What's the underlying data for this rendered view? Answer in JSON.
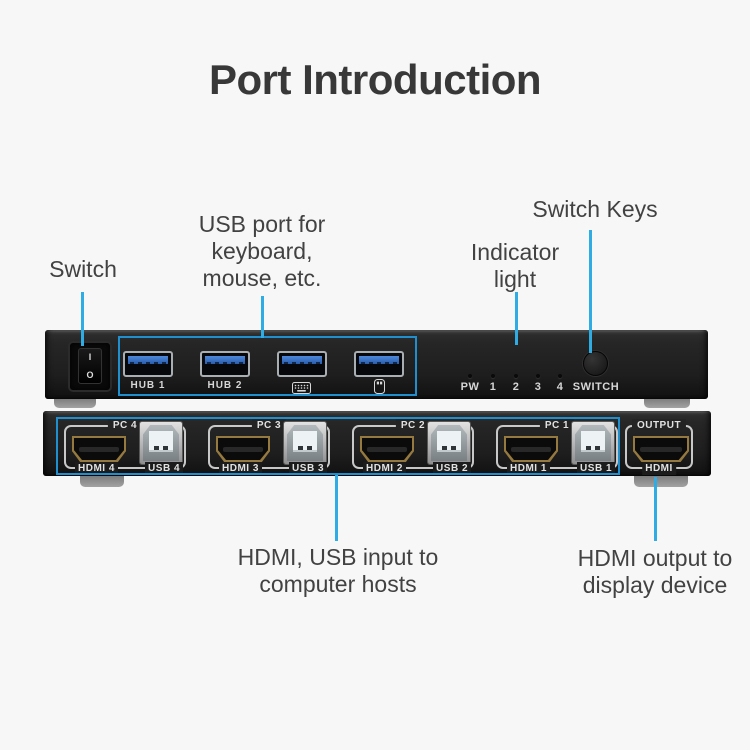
{
  "title": "Port Introduction",
  "colors": {
    "bg": "#F7F7F7",
    "accent_line": "#2FACE3",
    "accent_box": "#1F8FD0",
    "device_text": "#D6D6D6",
    "label_text": "#424242"
  },
  "callouts": {
    "switch": "Switch",
    "usb_ports": [
      "USB port for",
      "keyboard,",
      "mouse, etc."
    ],
    "indicator": [
      "Indicator",
      "light"
    ],
    "switch_keys": "Switch Keys",
    "hdmi_usb_input": [
      "HDMI, USB input to",
      "computer hosts"
    ],
    "hdmi_output": [
      "HDMI output to",
      "display device"
    ]
  },
  "front_panel": {
    "power_switch": {
      "on_mark": "I",
      "off_mark": "O"
    },
    "usb_ports": [
      {
        "label": "HUB 1"
      },
      {
        "label": "HUB 2"
      },
      {
        "icon": "keyboard-icon"
      },
      {
        "icon": "mouse-icon"
      }
    ],
    "indicator_labels": [
      "PW",
      "1",
      "2",
      "3",
      "4"
    ],
    "switch_button_label": "SWITCH"
  },
  "rear_panel": {
    "pc_groups": [
      {
        "pc": "PC 4",
        "hdmi": "HDMI 4",
        "usb": "USB 4"
      },
      {
        "pc": "PC 3",
        "hdmi": "HDMI 3",
        "usb": "USB 3"
      },
      {
        "pc": "PC 2",
        "hdmi": "HDMI 2",
        "usb": "USB 2"
      },
      {
        "pc": "PC 1",
        "hdmi": "HDMI 1",
        "usb": "USB 1"
      }
    ],
    "output_group": {
      "top": "OUTPUT",
      "bottom": "HDMI"
    }
  }
}
